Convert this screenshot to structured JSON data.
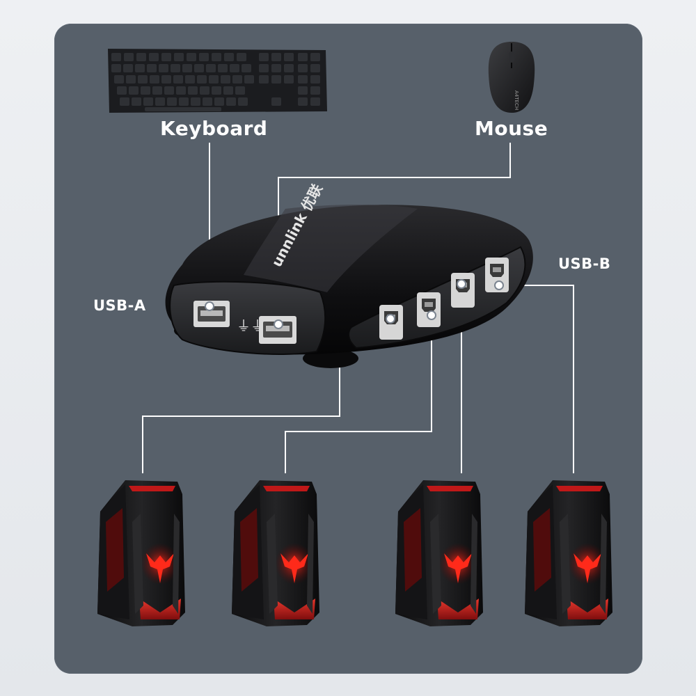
{
  "labels": {
    "keyboard": "Keyboard",
    "mouse": "Mouse",
    "usb_a": "USB-A",
    "usb_b": "USB-B"
  },
  "switch": {
    "brand": "unnlink 优联",
    "usb_a_ports": 2,
    "usb_b_ports": 4
  },
  "computers": [
    {
      "id": "pc-1"
    },
    {
      "id": "pc-2"
    },
    {
      "id": "pc-3"
    },
    {
      "id": "pc-4"
    }
  ],
  "colors": {
    "background": "#57606a",
    "connector_line": "#ffffff",
    "accent_red": "#d81e1e"
  }
}
